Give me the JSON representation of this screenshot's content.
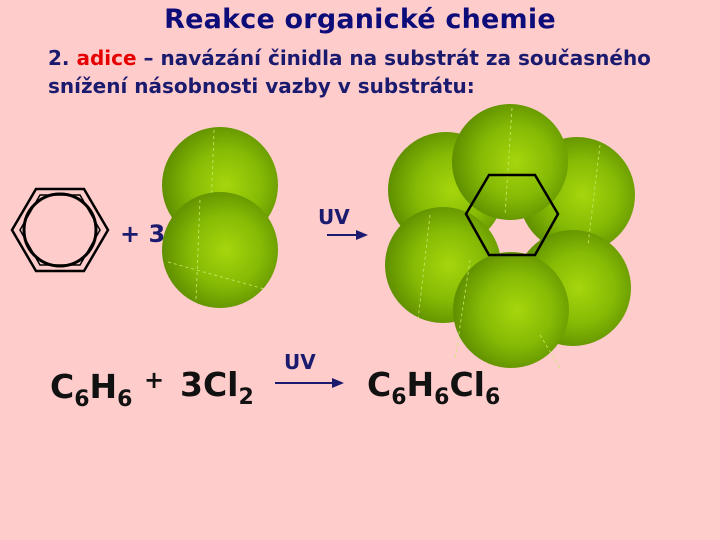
{
  "slide": {
    "title": "Reakce organické chemie",
    "subtitle_number": "2.",
    "subtitle_highlight": "adice",
    "subtitle_rest": " – navázání činidla na substrát za současného snížení násobnosti vazby v substrátu:"
  },
  "diagram": {
    "coefficient": "+ 3",
    "condition_top": "UV",
    "condition_bottom": "UV"
  },
  "equation": {
    "reactant1": {
      "symbol1": "C",
      "sub1": "6",
      "symbol2": "H",
      "sub2": "6"
    },
    "plus": "+",
    "reactant2": {
      "coef": "3",
      "symbol": "Cl",
      "sub": "2"
    },
    "product": {
      "symbol1": "C",
      "sub1": "6",
      "symbol2": "H",
      "sub2": "6",
      "symbol3": "Cl",
      "sub3": "6"
    }
  },
  "colors": {
    "background": "#ffcccc",
    "title": "#0d0d7a",
    "highlight": "#e60000",
    "sphere": "#7fb500"
  },
  "icons": {
    "benzene": "benzene-ring-icon",
    "chlorine_molecule": "cl2-spacefill-icon",
    "product_molecule": "hexachlorocyclohexane-spacefill-icon"
  }
}
